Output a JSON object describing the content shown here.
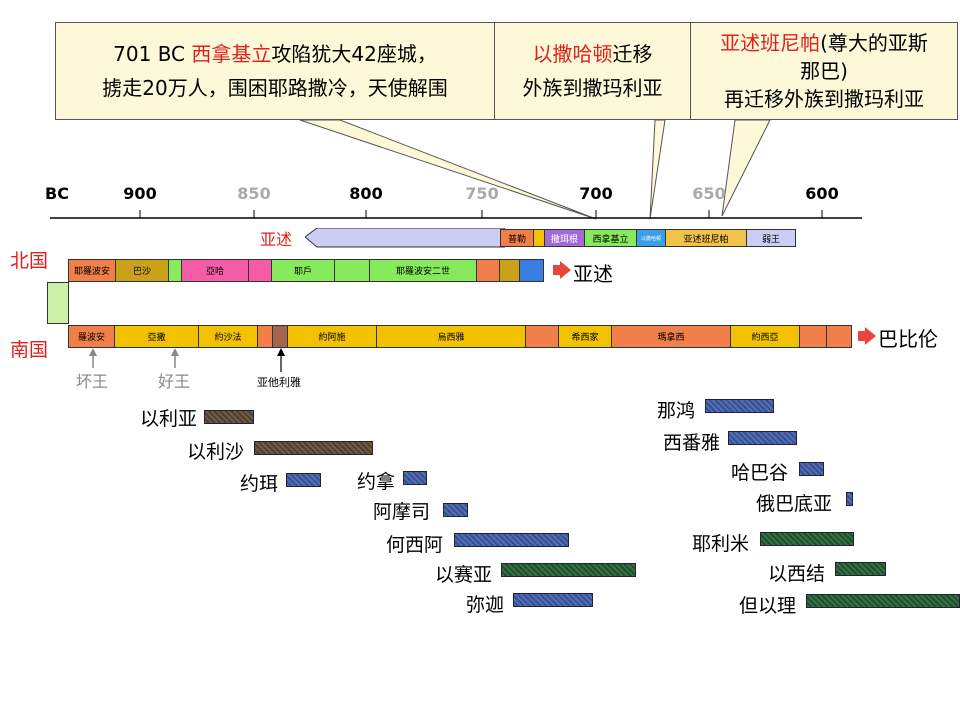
{
  "callouts": {
    "c1_year": "701 BC ",
    "c1_name": "西拿基立",
    "c1_rest": "攻陷犹大42座城，",
    "c1_line2": "掳走20万人，围困耶路撒冷，天使解围",
    "c2_name": "以撒哈顿",
    "c2_rest": "迁移",
    "c2_line2": "外族到撒玛利亚",
    "c3_name": "亚述班尼帕",
    "c3_rest": "(尊大的亚斯",
    "c3_line2": "那巴)",
    "c3_line3": "再迁移外族到撒玛利亚"
  },
  "axis": {
    "bc": "BC",
    "ticks": [
      {
        "label": "900",
        "gray": false
      },
      {
        "label": "850",
        "gray": true
      },
      {
        "label": "800",
        "gray": false
      },
      {
        "label": "750",
        "gray": true
      },
      {
        "label": "700",
        "gray": false
      },
      {
        "label": "650",
        "gray": true
      },
      {
        "label": "600",
        "gray": false
      }
    ]
  },
  "assyria": {
    "label": "亚述",
    "kings": [
      "普勒",
      "撒珥根",
      "西拿基立",
      "以撒哈顿",
      "亚述班尼帕",
      "弱王"
    ]
  },
  "north": {
    "label": "北国",
    "kings": [
      "耶羅波安",
      "巴沙",
      "亞哈",
      "耶戶",
      "耶羅波安二世"
    ],
    "dest": "亚述"
  },
  "south": {
    "label": "南国",
    "kings": [
      "羅波安",
      "亞撒",
      "約沙法",
      "約阿施",
      "烏西雅",
      "希西家",
      "瑪拿西",
      "約西亞"
    ],
    "dest": "巴比伦",
    "bad_king": "坏王",
    "good_king": "好王",
    "athaliah": "亚他利雅"
  },
  "prophets": [
    {
      "name": "以利亚",
      "color": "brown"
    },
    {
      "name": "以利沙",
      "color": "brown"
    },
    {
      "name": "约珥",
      "color": "blue"
    },
    {
      "name": "约拿",
      "color": "blue"
    },
    {
      "name": "阿摩司",
      "color": "blue"
    },
    {
      "name": "何西阿",
      "color": "blue"
    },
    {
      "name": "以赛亚",
      "color": "green"
    },
    {
      "name": "弥迦",
      "color": "blue"
    },
    {
      "name": "那鸿",
      "color": "blue"
    },
    {
      "name": "西番雅",
      "color": "blue"
    },
    {
      "name": "哈巴谷",
      "color": "blue"
    },
    {
      "name": "俄巴底亚",
      "color": "blue"
    },
    {
      "name": "耶利米",
      "color": "green"
    },
    {
      "name": "以西结",
      "color": "green"
    },
    {
      "name": "但以理",
      "color": "green"
    }
  ],
  "colors": {
    "accent_red": "#e0201b",
    "callout_bg": "#fdf8d8",
    "assyria_band": "#ccccf5",
    "king_yellow": "#f2c200",
    "king_orange": "#f07f4a",
    "king_pink": "#f55ca8",
    "king_green": "#86ea5c",
    "prophet_blue": "#3d5aa8",
    "prophet_brown": "#5a4630",
    "prophet_green": "#1f5a2e"
  }
}
